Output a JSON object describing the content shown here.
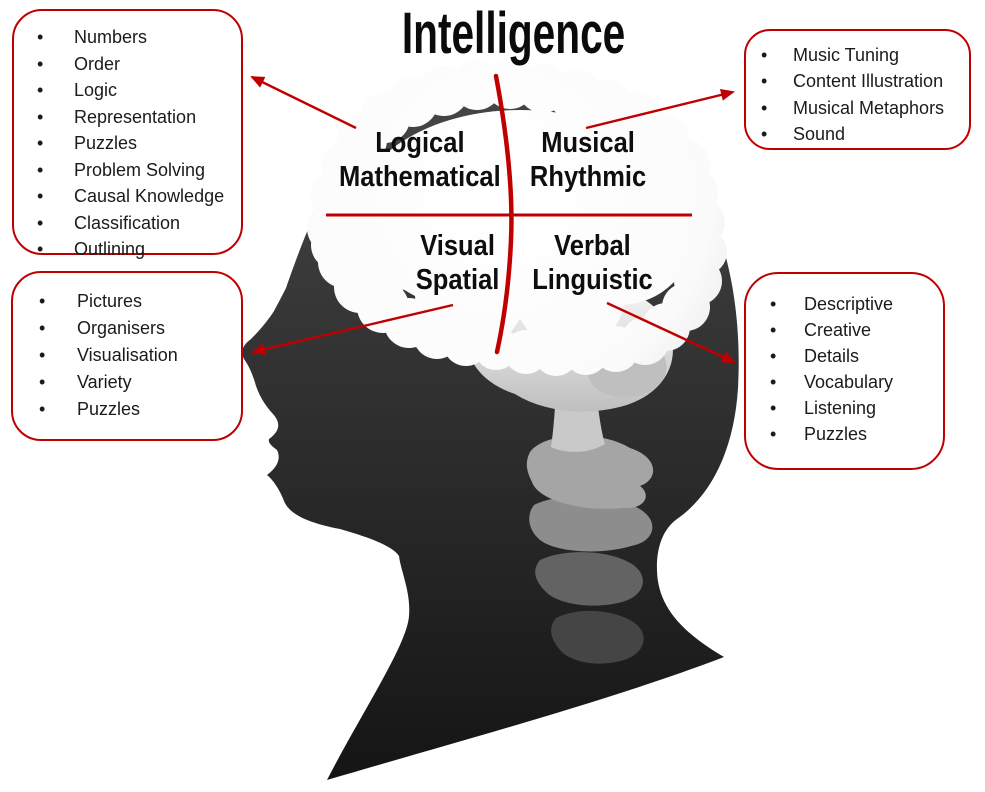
{
  "title": "Intelligence",
  "colors": {
    "accent_red": "#c00000",
    "head_silhouette_dark": "#2f2f2f",
    "brain_white": "#fbfbfb",
    "text_black": "#0e0e0e"
  },
  "brain": {
    "quadrants": [
      {
        "id": "logical-mathematical",
        "line1": "Logical",
        "line2": "Mathematical"
      },
      {
        "id": "musical-rhythmic",
        "line1": "Musical",
        "line2": "Rhythmic"
      },
      {
        "id": "visual-spatial",
        "line1": "Visual",
        "line2": "Spatial"
      },
      {
        "id": "verbal-linguistic",
        "line1": "Verbal",
        "line2": "Linguistic"
      }
    ]
  },
  "callouts": {
    "logical_mathematical": {
      "items": [
        "Numbers",
        "Order",
        "Logic",
        "Representation",
        "Puzzles",
        "Problem Solving",
        "Causal Knowledge",
        "Classification",
        "Outlining"
      ]
    },
    "musical_rhythmic": {
      "items": [
        "Music Tuning",
        "Content Illustration",
        "Musical Metaphors",
        "Sound"
      ]
    },
    "visual_spatial": {
      "items": [
        "Pictures",
        "Organisers",
        "Visualisation",
        "Variety",
        "Puzzles"
      ]
    },
    "verbal_linguistic": {
      "items": [
        "Descriptive",
        "Creative",
        "Details",
        "Vocabulary",
        "Listening",
        "Puzzles"
      ]
    }
  }
}
